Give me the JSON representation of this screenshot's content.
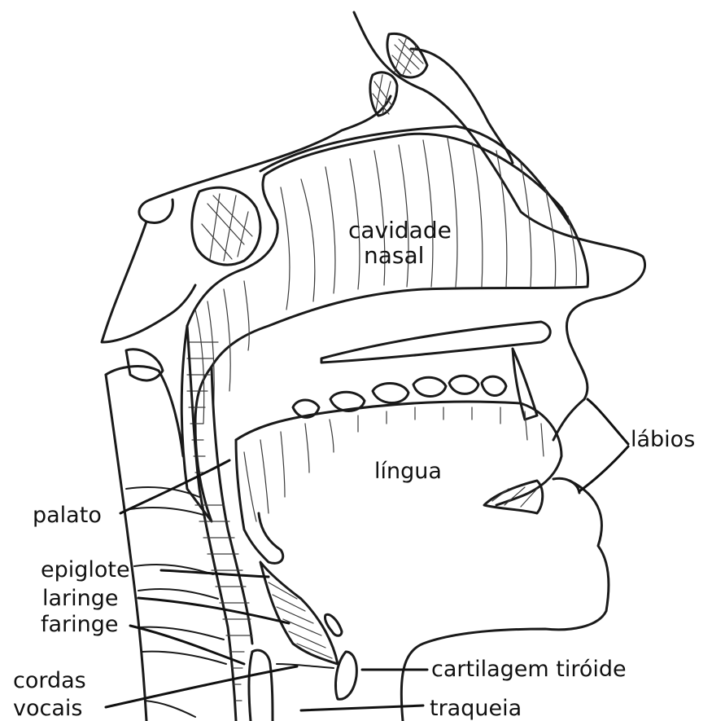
{
  "labels": {
    "nasal_cavity": [
      "cavidade",
      "nasal"
    ],
    "lips": "lábios",
    "tongue": "língua",
    "palate": "palato",
    "epiglottis": "epiglote",
    "larynx": "laringe",
    "pharynx": "faringe",
    "vocal_cords": [
      "cordas",
      "vocais"
    ],
    "thyroid_cartilage": "cartilagem tiróide",
    "trachea": "traqueia"
  },
  "colors": {
    "ink": "#1a1a1a",
    "paper": "#ffffff"
  }
}
